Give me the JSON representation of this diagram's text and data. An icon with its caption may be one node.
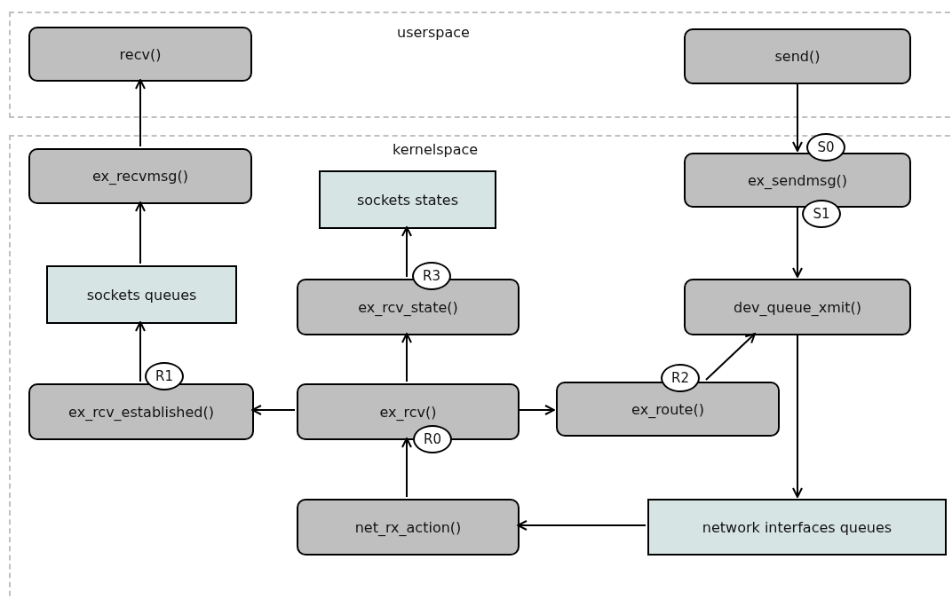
{
  "diagram": {
    "nodes": [
      {
        "text": [
          "userspace"
        ]
      },
      {
        "text": [
          "kernelspace"
        ]
      },
      {
        "text": [
          "recv()"
        ],
        "in": 0
      },
      {
        "text": [
          "send()"
        ],
        "in": 0
      },
      {
        "text": [
          "ex_recvmsg()"
        ],
        "in": 1
      },
      {
        "text": [
          "sockets states"
        ],
        "in": 1
      },
      {
        "text": [
          "ex_sendmsg()"
        ],
        "in": 1
      },
      {
        "text": [
          "sockets queues"
        ],
        "in": 1
      },
      {
        "text": [
          "ex_rcv_state()"
        ],
        "in": 1
      },
      {
        "text": [
          "dev_queue_xmit()"
        ],
        "in": 1
      },
      {
        "text": [
          "ex_rcv_established()"
        ],
        "in": 1
      },
      {
        "text": [
          "ex_rcv()"
        ],
        "in": 1
      },
      {
        "text": [
          "ex_route()"
        ],
        "in": 1
      },
      {
        "text": [
          "net_rx_action()"
        ],
        "in": 1
      },
      {
        "text": [
          "network interfaces queues"
        ],
        "in": 1
      }
    ],
    "edges": [
      {
        "from": 13,
        "to": 11,
        "arrow": "to",
        "label": "R0"
      },
      {
        "from": 11,
        "to": 10,
        "arrow": "to"
      },
      {
        "from": 11,
        "to": 8,
        "arrow": "to"
      },
      {
        "from": 11,
        "to": 12,
        "arrow": "to"
      },
      {
        "from": 10,
        "to": 7,
        "arrow": "to",
        "label": "R1"
      },
      {
        "from": 7,
        "to": 4,
        "arrow": "to"
      },
      {
        "from": 4,
        "to": 2,
        "arrow": "to"
      },
      {
        "from": 8,
        "to": 5,
        "arrow": "to",
        "label": "R3"
      },
      {
        "from": 12,
        "to": 9,
        "arrow": "to",
        "label": "R2"
      },
      {
        "from": 3,
        "to": 6,
        "arrow": "to",
        "label": "S0"
      },
      {
        "from": 6,
        "to": 9,
        "arrow": "to",
        "label": "S1"
      },
      {
        "from": 9,
        "to": 14,
        "arrow": "to"
      },
      {
        "from": 14,
        "to": 13,
        "arrow": "to"
      }
    ]
  }
}
